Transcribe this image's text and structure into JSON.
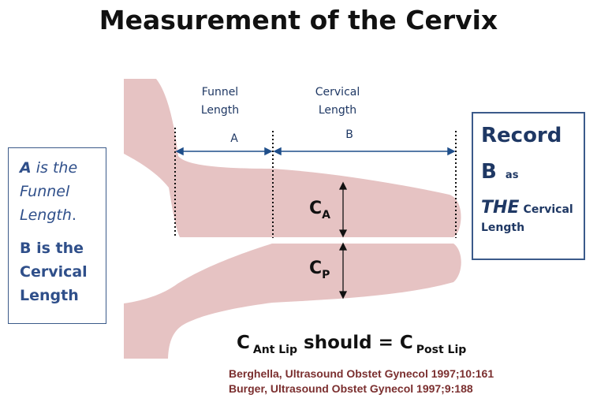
{
  "title": "Measurement of the Cervix",
  "labels": {
    "funnel_line1": "Funnel",
    "funnel_line2": "Length",
    "cervical_line1": "Cervical",
    "cervical_line2": "Length",
    "a": "A",
    "b": "B",
    "c_main": "C",
    "ca_sub": "A",
    "cp_sub": "P"
  },
  "left_box": {
    "line1_letter": "A",
    "line1_rest": " is the",
    "line2": "Funnel",
    "line3": "Length",
    "line3_end": ".",
    "line4": "B is the",
    "line5": "Cervical",
    "line6": "Length"
  },
  "right_box": {
    "record": "Record",
    "b": "B",
    "as": "as",
    "the": "THE",
    "cervical": "Cervical",
    "length": "Length"
  },
  "equation": {
    "c1": "C",
    "sub1": "Ant Lip",
    "middle": " should = C",
    "sub2": "Post Lip"
  },
  "references": [
    "Berghella, Ultrasound Obstet Gynecol 1997;10:161",
    "Burger, Ultrasound Obstet Gynecol 1997;9:188"
  ],
  "colors": {
    "cervix_fill": "#e6c3c3",
    "text_blue": "#1f3864",
    "reference_red": "#7b2f2f"
  }
}
